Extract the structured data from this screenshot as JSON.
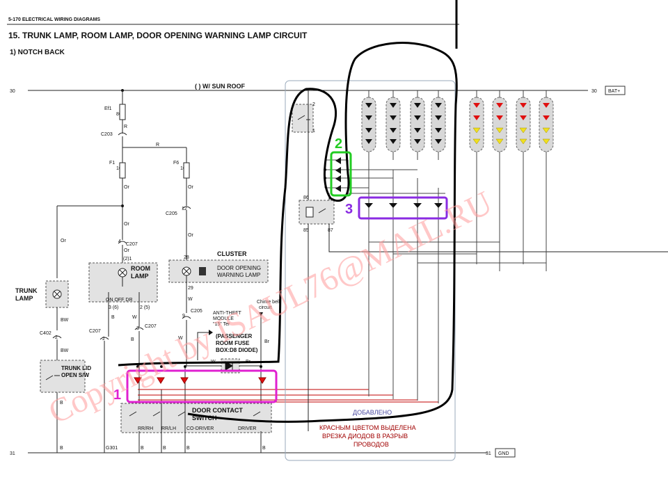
{
  "header": {
    "page_ref": "5-170  ELECTRICAL WIRING DIAGRAMS",
    "title": "15. TRUNK LAMP, ROOM LAMP, DOOR OPENING WARNING LAMP CIRCUIT",
    "subtitle": "1)  NOTCH BACK"
  },
  "rails": {
    "top_left": "30",
    "top_right": "30",
    "bat": "BAT+",
    "sunroof": "(   ) W/ SUN ROOF",
    "bottom_left": "31",
    "bottom_right": "31",
    "gnd": "GND"
  },
  "fuses": {
    "ef1": "Ef1",
    "ef1_amp": "80A",
    "r1": "R",
    "c203": "C203",
    "r2": "R",
    "f1": "F1",
    "f1_amp": "10A",
    "f6": "F6",
    "f6_amp": "10A"
  },
  "wires": {
    "or": "Or",
    "bw": "BW",
    "b": "B",
    "w": "W",
    "br": "Br"
  },
  "connectors": {
    "c205": "C205",
    "c205_pin": "12",
    "c207": "C207",
    "c207_pin": "4",
    "c402": "C402",
    "c402_pin": "2",
    "c207b": "C207",
    "c207b_pin": "2",
    "c207c": "C207",
    "c207c_pin": "3",
    "c205b": "C205",
    "c205b_pin": "9",
    "g301": "G301",
    "pin28": "28",
    "pin29": "29",
    "pin21": "(2)1",
    "pin36": "3 (6)",
    "pin25": "2 (5)"
  },
  "components": {
    "cluster": "CLUSTER",
    "door_opening": [
      "DOOR OPENING",
      "WARNING LAMP"
    ],
    "room_lamp": [
      "ROOM",
      "LAMP"
    ],
    "room_modes": "ON  OFF DR",
    "trunk_lamp": [
      "TRUNK",
      "LAMP"
    ],
    "trunk_lid": [
      "TRUNK LID",
      "OPEN S/W"
    ],
    "anti_theft": [
      "ANTI-THEFT",
      "MODULE",
      "\"15\" Ter"
    ],
    "passenger": [
      "(PASSENGER",
      "ROOM FUSE",
      "BOX:D8 DIODE)"
    ],
    "chime": [
      "Chime bell",
      "circuit"
    ],
    "door_switch": [
      "DOOR CONTACT",
      "SWITCH"
    ],
    "door_positions": [
      "RR/RH",
      "RR/LH",
      "CO-DRIVER",
      "DRIVER"
    ],
    "relay_pins": [
      "86",
      "85",
      "87"
    ],
    "switch_pins": [
      "2",
      "1"
    ]
  },
  "annotations": {
    "mark1": "1",
    "mark2": "2",
    "mark3": "3",
    "added": "ДОБАВЛЕНО",
    "note": [
      "КРАСНЫМ ЦВЕТОМ ВЫДЕЛЕНА",
      "ВРЕЗКА ДИОДОВ В РАЗРЫВ",
      "ПРОВОДОВ"
    ],
    "watermark": "Copyright by ISAUL76@MAIL.RU"
  },
  "colors": {
    "marker_1": "#e020d0",
    "marker_2": "#22cc22",
    "marker_3": "#8a2be2",
    "diode_red": "#e01010",
    "diode_yellow": "#f0e020",
    "note_red": "#a00000",
    "added_blue": "#4a4aa0",
    "watermark": "#ff9a9a"
  }
}
